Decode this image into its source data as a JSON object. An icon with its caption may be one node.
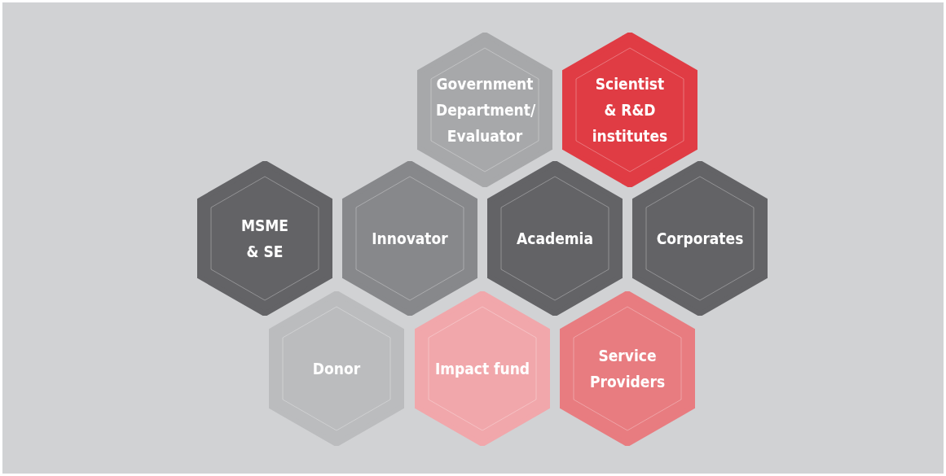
{
  "diagram": {
    "nodes": [
      {
        "text": [
          "Government Department/ Evaluator"
        ]
      },
      {
        "text": [
          "Scientist & R&D institutes"
        ]
      },
      {
        "text": [
          "MSME & SE"
        ]
      },
      {
        "text": [
          "Innovator"
        ]
      },
      {
        "text": [
          "Academia"
        ]
      },
      {
        "text": [
          "Corporates"
        ]
      },
      {
        "text": [
          "Donor"
        ]
      },
      {
        "text": [
          "Impact fund"
        ]
      },
      {
        "text": [
          "Service Providers"
        ]
      }
    ],
    "edges": []
  }
}
